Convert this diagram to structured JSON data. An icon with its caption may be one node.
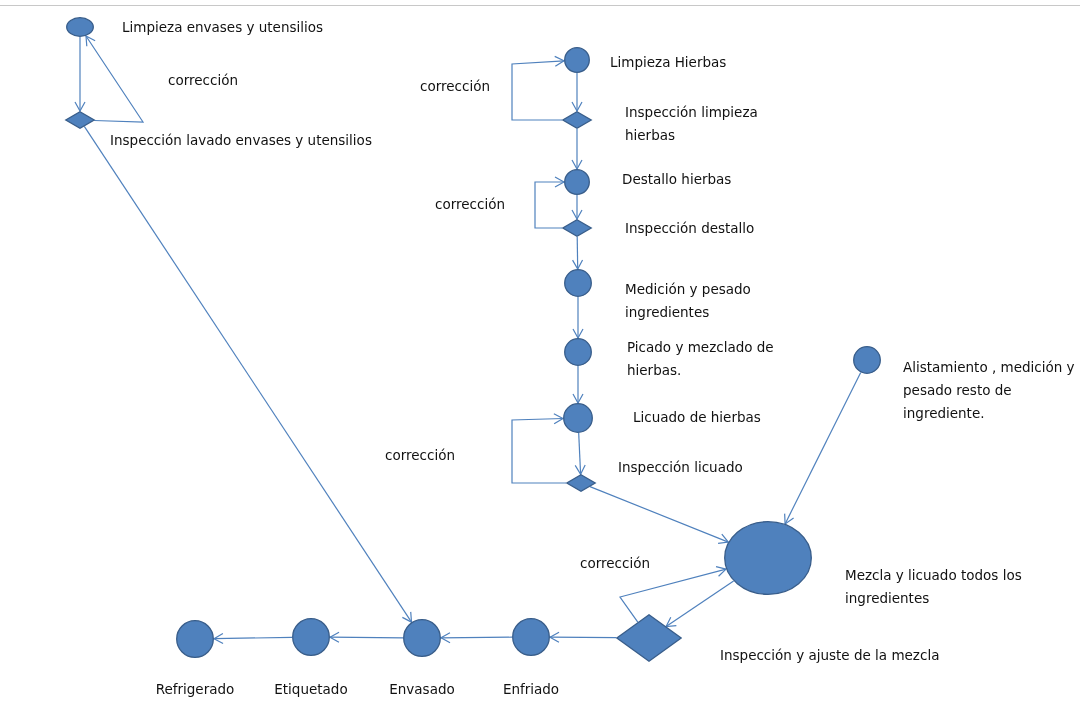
{
  "diagram": {
    "nodes": [
      {
        "text": [
          "Limpieza envases y utensilios"
        ]
      },
      {
        "text": [
          "Inspección lavado envases y utensilios"
        ]
      },
      {
        "text": [
          "Limpieza Hierbas"
        ]
      },
      {
        "text": [
          "Inspección limpieza hierbas"
        ]
      },
      {
        "text": [
          "Destallo hierbas"
        ]
      },
      {
        "text": [
          "Inspección destallo"
        ]
      },
      {
        "text": [
          "Medición y pesado ingredientes"
        ]
      },
      {
        "text": [
          "Picado y mezclado de hierbas."
        ]
      },
      {
        "text": [
          "Licuado de hierbas"
        ]
      },
      {
        "text": [
          "Inspección licuado"
        ]
      },
      {
        "text": [
          "Alistamiento , medición y pesado resto de ingrediente."
        ]
      },
      {
        "text": [
          "Mezcla y licuado todos los ingredientes"
        ]
      },
      {
        "text": [
          "Inspección y ajuste de la mezcla"
        ]
      },
      {
        "text": [
          "Enfriado"
        ]
      },
      {
        "text": [
          "Envasado"
        ]
      },
      {
        "text": [
          "Etiquetado"
        ]
      },
      {
        "text": [
          "Refrigerado"
        ]
      }
    ],
    "edges": [
      {
        "from": 0,
        "to": 1,
        "arrow": "to"
      },
      {
        "from": 1,
        "to": 0,
        "arrow": "to",
        "label": "corrección"
      },
      {
        "from": 2,
        "to": 3,
        "arrow": "to"
      },
      {
        "from": 3,
        "to": 2,
        "arrow": "to",
        "label": "corrección"
      },
      {
        "from": 3,
        "to": 4,
        "arrow": "to"
      },
      {
        "from": 4,
        "to": 5,
        "arrow": "to"
      },
      {
        "from": 5,
        "to": 4,
        "arrow": "to",
        "label": "corrección"
      },
      {
        "from": 5,
        "to": 6,
        "arrow": "to"
      },
      {
        "from": 6,
        "to": 7,
        "arrow": "to"
      },
      {
        "from": 7,
        "to": 8,
        "arrow": "to"
      },
      {
        "from": 8,
        "to": 9,
        "arrow": "to"
      },
      {
        "from": 9,
        "to": 8,
        "arrow": "to",
        "label": "corrección"
      },
      {
        "from": 9,
        "to": 11,
        "arrow": "to"
      },
      {
        "from": 10,
        "to": 11,
        "arrow": "to"
      },
      {
        "from": 11,
        "to": 12,
        "arrow": "to"
      },
      {
        "from": 12,
        "to": 11,
        "arrow": "to",
        "label": "corrección"
      },
      {
        "from": 12,
        "to": 13,
        "arrow": "to"
      },
      {
        "from": 13,
        "to": 14,
        "arrow": "to"
      },
      {
        "from": 14,
        "to": 15,
        "arrow": "to"
      },
      {
        "from": 15,
        "to": 16,
        "arrow": "to"
      },
      {
        "from": 1,
        "to": 14,
        "arrow": "to"
      }
    ]
  }
}
